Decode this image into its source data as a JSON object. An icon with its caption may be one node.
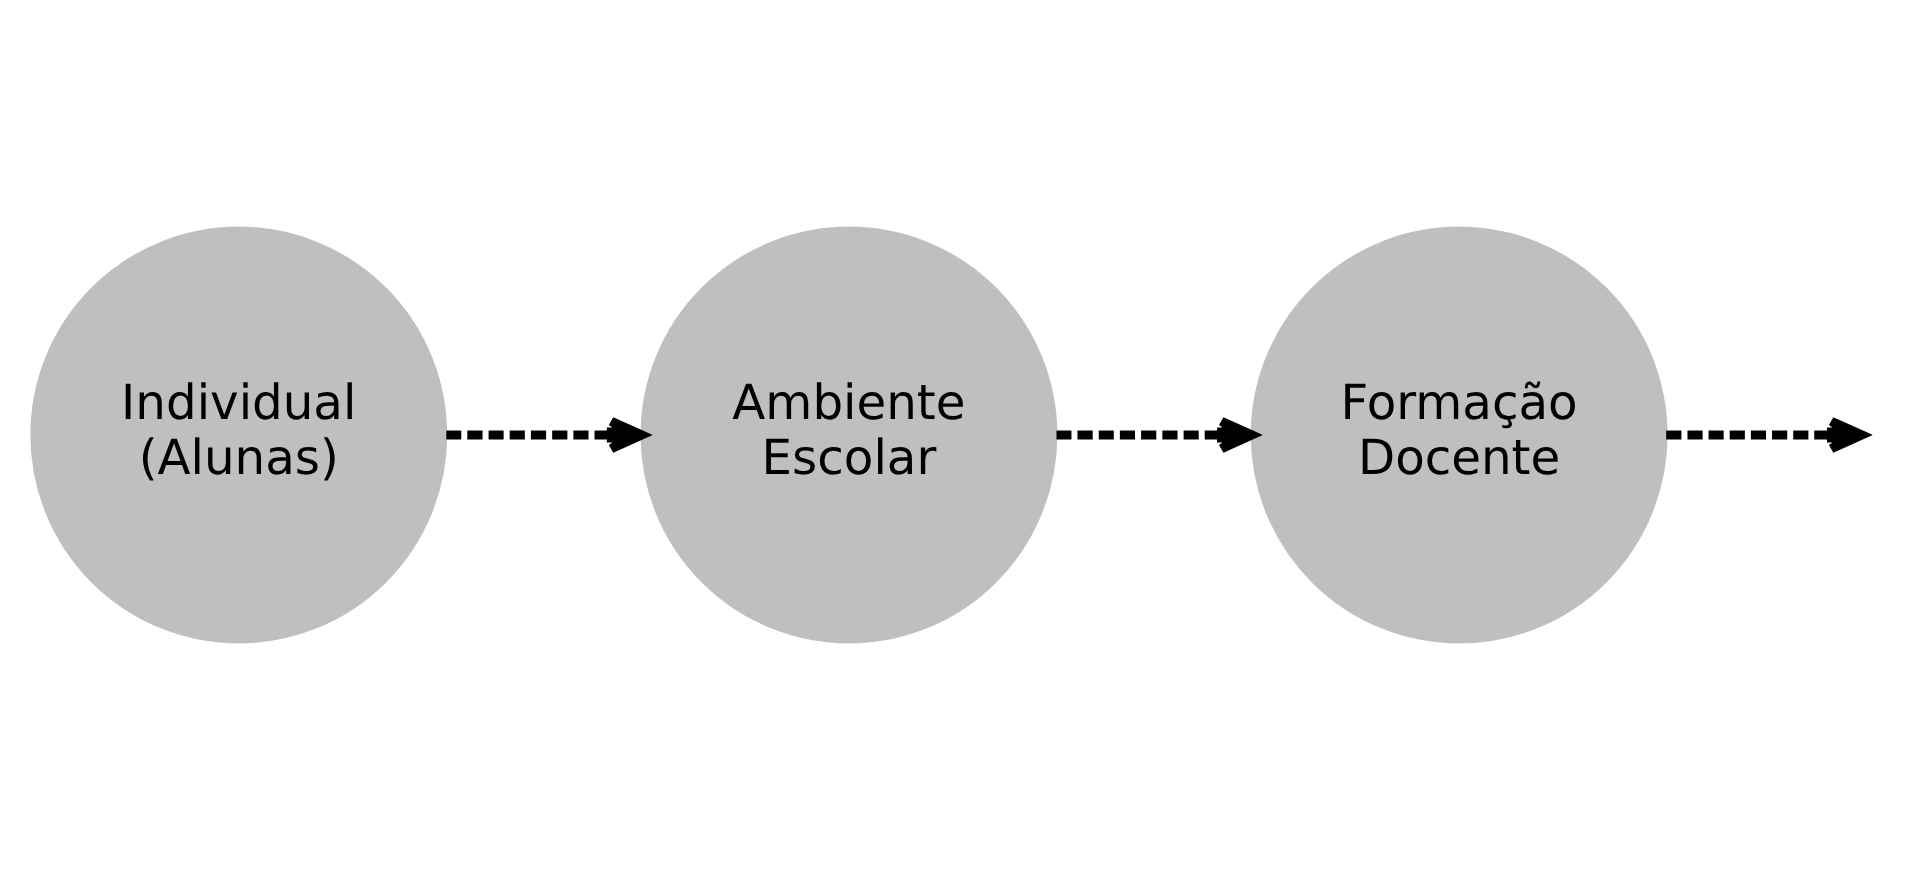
{
  "diagram": {
    "nodes": [
      {
        "text": [
          "Individual (Alunas)"
        ]
      },
      {
        "text": [
          "Ambiente Escolar"
        ]
      },
      {
        "text": [
          "Formação Docente"
        ]
      }
    ],
    "edges": [
      {
        "from": 0,
        "to": 1,
        "arrow": "to",
        "style": "dashed"
      },
      {
        "from": 1,
        "to": 2,
        "arrow": "to",
        "style": "dashed"
      },
      {
        "from": 2,
        "to": null,
        "arrow": "to",
        "style": "dashed"
      }
    ]
  }
}
